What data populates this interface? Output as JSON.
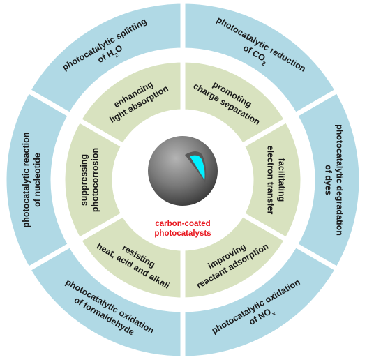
{
  "center": {
    "caption": [
      "carbon-coated",
      "photocatalysts"
    ],
    "caption_color": "#e8141c"
  },
  "inner_ring": {
    "color": "#d8e2bf",
    "items": [
      {
        "lines": [
          "promoting",
          "charge separation"
        ]
      },
      {
        "lines": [
          "facilitating",
          "electron transfer"
        ]
      },
      {
        "lines": [
          "improving",
          "reactant adsorption"
        ]
      },
      {
        "lines": [
          "resisting",
          "heat, acid and alkali"
        ]
      },
      {
        "lines": [
          "suppressing",
          "photocorrosion"
        ]
      },
      {
        "lines": [
          "enhancing",
          "light absorption"
        ]
      }
    ]
  },
  "outer_ring": {
    "color": "#b0d9e5",
    "items": [
      {
        "lines": [
          "photocatalytic reduction",
          "of CO|2"
        ]
      },
      {
        "lines": [
          "photocatalytic degradation",
          "of dyes"
        ]
      },
      {
        "lines": [
          "photocatalytic oxidation",
          "of NO|x"
        ]
      },
      {
        "lines": [
          "photocatalytic oxidation",
          "of formaldehyde"
        ]
      },
      {
        "lines": [
          "photocatalytic reaction",
          "of nucleotide"
        ]
      },
      {
        "lines": [
          "photocatalytic splitting",
          "of H|2|O"
        ]
      }
    ]
  },
  "colors": {
    "text": "#1a1a1a",
    "sphere_dark": "#3c3c3c",
    "sphere_light": "#a8a8a8",
    "sphere_highlight": "#00f0ff"
  }
}
